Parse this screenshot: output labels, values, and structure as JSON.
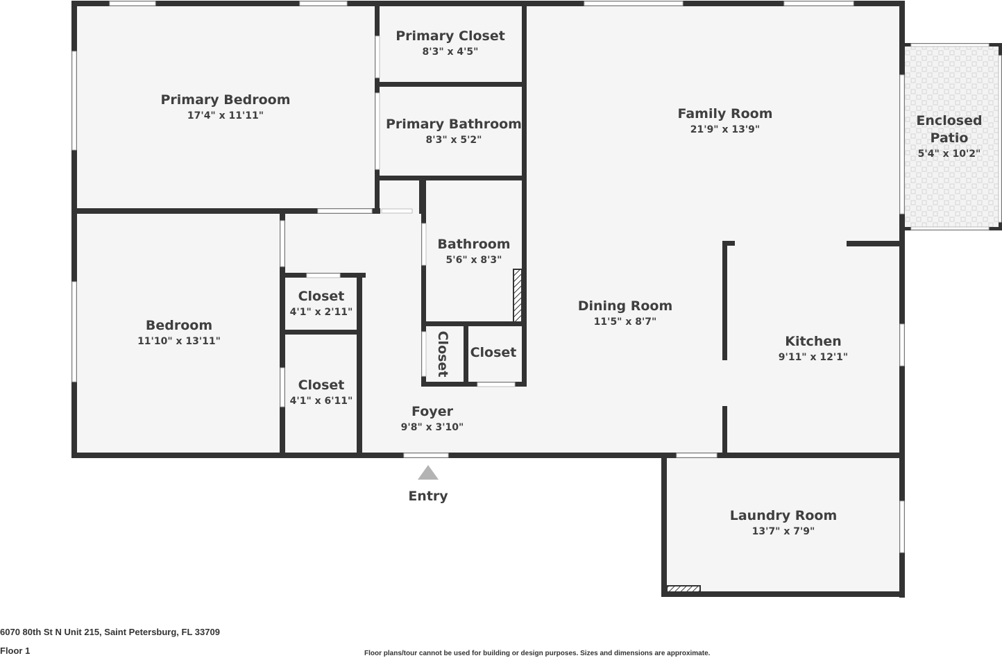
{
  "rooms": {
    "primary_bedroom": {
      "name": "Primary Bedroom",
      "dims": "17'4\" x 11'11\""
    },
    "primary_closet": {
      "name": "Primary Closet",
      "dims": "8'3\" x 4'5\""
    },
    "primary_bathroom": {
      "name": "Primary Bathroom",
      "dims": "8'3\" x 5'2\""
    },
    "family_room": {
      "name": "Family Room",
      "dims": "21'9\" x 13'9\""
    },
    "enclosed_patio": {
      "name_line1": "Enclosed",
      "name_line2": "Patio",
      "dims": "5'4\" x 10'2\""
    },
    "bathroom": {
      "name": "Bathroom",
      "dims": "5'6\" x 8'3\""
    },
    "bedroom": {
      "name": "Bedroom",
      "dims": "11'10\" x 13'11\""
    },
    "closet_a": {
      "name": "Closet",
      "dims": "4'1\" x 2'11\""
    },
    "closet_b": {
      "name": "Closet",
      "dims": "4'1\" x 6'11\""
    },
    "closet_c": {
      "name": "Closet"
    },
    "closet_d": {
      "name": "Closet"
    },
    "dining_room": {
      "name": "Dining Room",
      "dims": "11'5\" x 8'7\""
    },
    "kitchen": {
      "name": "Kitchen",
      "dims": "9'11\" x 12'1\""
    },
    "foyer": {
      "name": "Foyer",
      "dims": "9'8\" x 3'10\""
    },
    "laundry_room": {
      "name": "Laundry Room",
      "dims": "13'7\" x 7'9\""
    }
  },
  "entry": {
    "label": "Entry"
  },
  "footer": {
    "address": "6070 80th St N Unit 215, Saint Petersburg, FL 33709",
    "floor": "Floor 1",
    "disclaimer": "Floor plans/tour cannot be used for building or design purposes. Sizes and dimensions are approximate."
  },
  "colors": {
    "wall": "#333333",
    "floor": "#f5f5f5",
    "window": "#ffffff",
    "entry_marker": "#b3b3b3"
  }
}
